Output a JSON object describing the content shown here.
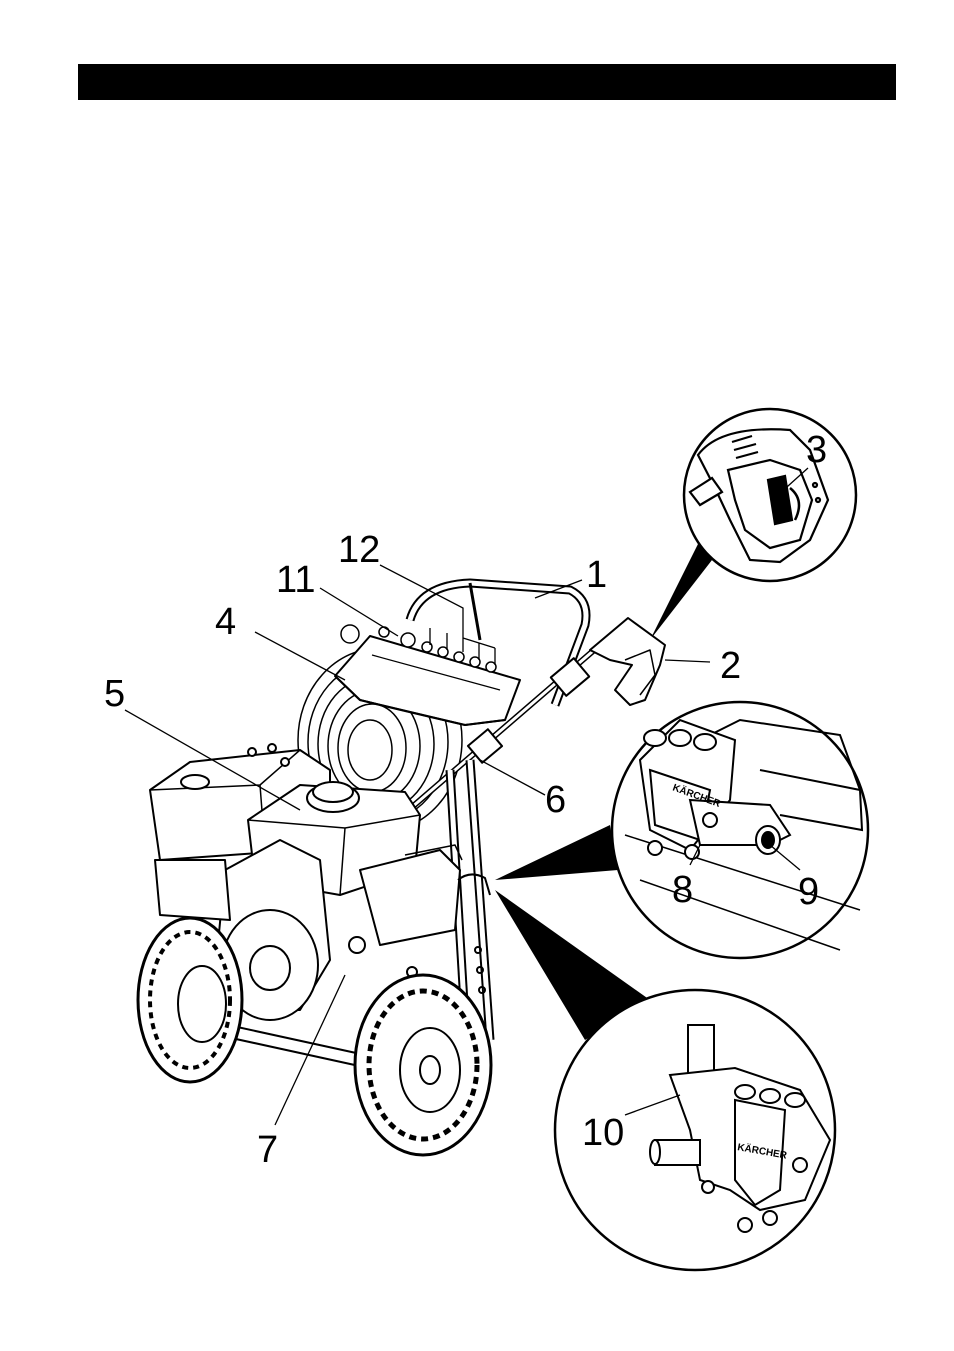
{
  "figure": {
    "callouts": [
      {
        "id": "1",
        "label": "1"
      },
      {
        "id": "2",
        "label": "2"
      },
      {
        "id": "3",
        "label": "3"
      },
      {
        "id": "4",
        "label": "4"
      },
      {
        "id": "5",
        "label": "5"
      },
      {
        "id": "6",
        "label": "6"
      },
      {
        "id": "7",
        "label": "7"
      },
      {
        "id": "8",
        "label": "8"
      },
      {
        "id": "9",
        "label": "9"
      },
      {
        "id": "10",
        "label": "10"
      },
      {
        "id": "11",
        "label": "11"
      },
      {
        "id": "12",
        "label": "12"
      }
    ],
    "detail_badges": {
      "brand_mark": "KÄRCHER"
    }
  }
}
